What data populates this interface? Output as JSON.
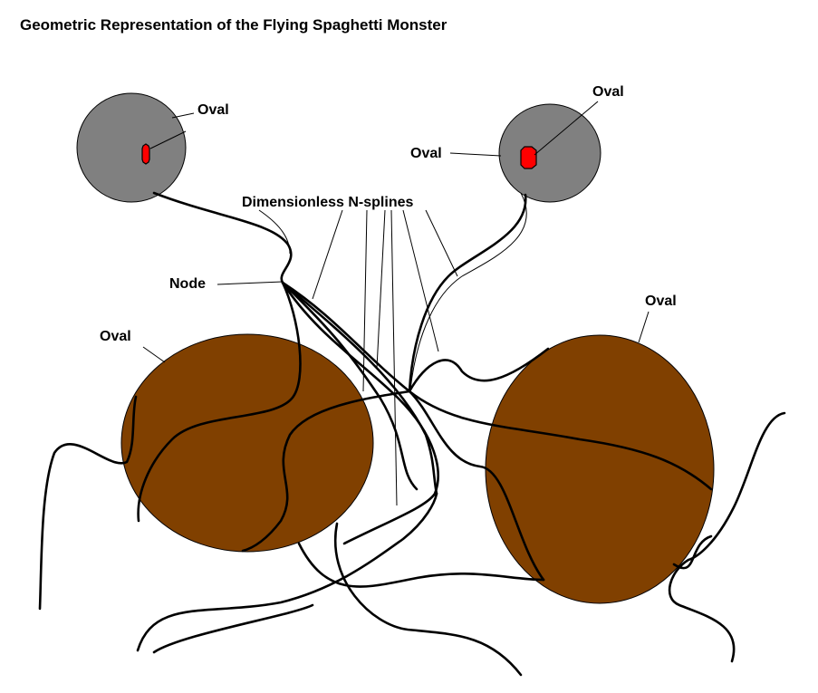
{
  "title": "Geometric Representation of the Flying Spaghetti Monster",
  "labels": {
    "eye_left_oval": "Oval",
    "eye_right_oval_top": "Oval",
    "eye_right_oval_left": "Oval",
    "splines": "Dimensionless N-splines",
    "node": "Node",
    "ball_left_oval": "Oval",
    "ball_right_oval": "Oval"
  },
  "colors": {
    "eyestalk_fill": "#808080",
    "pupil_fill": "#ff0000",
    "meatball_fill": "#804000",
    "stroke": "#000000"
  }
}
